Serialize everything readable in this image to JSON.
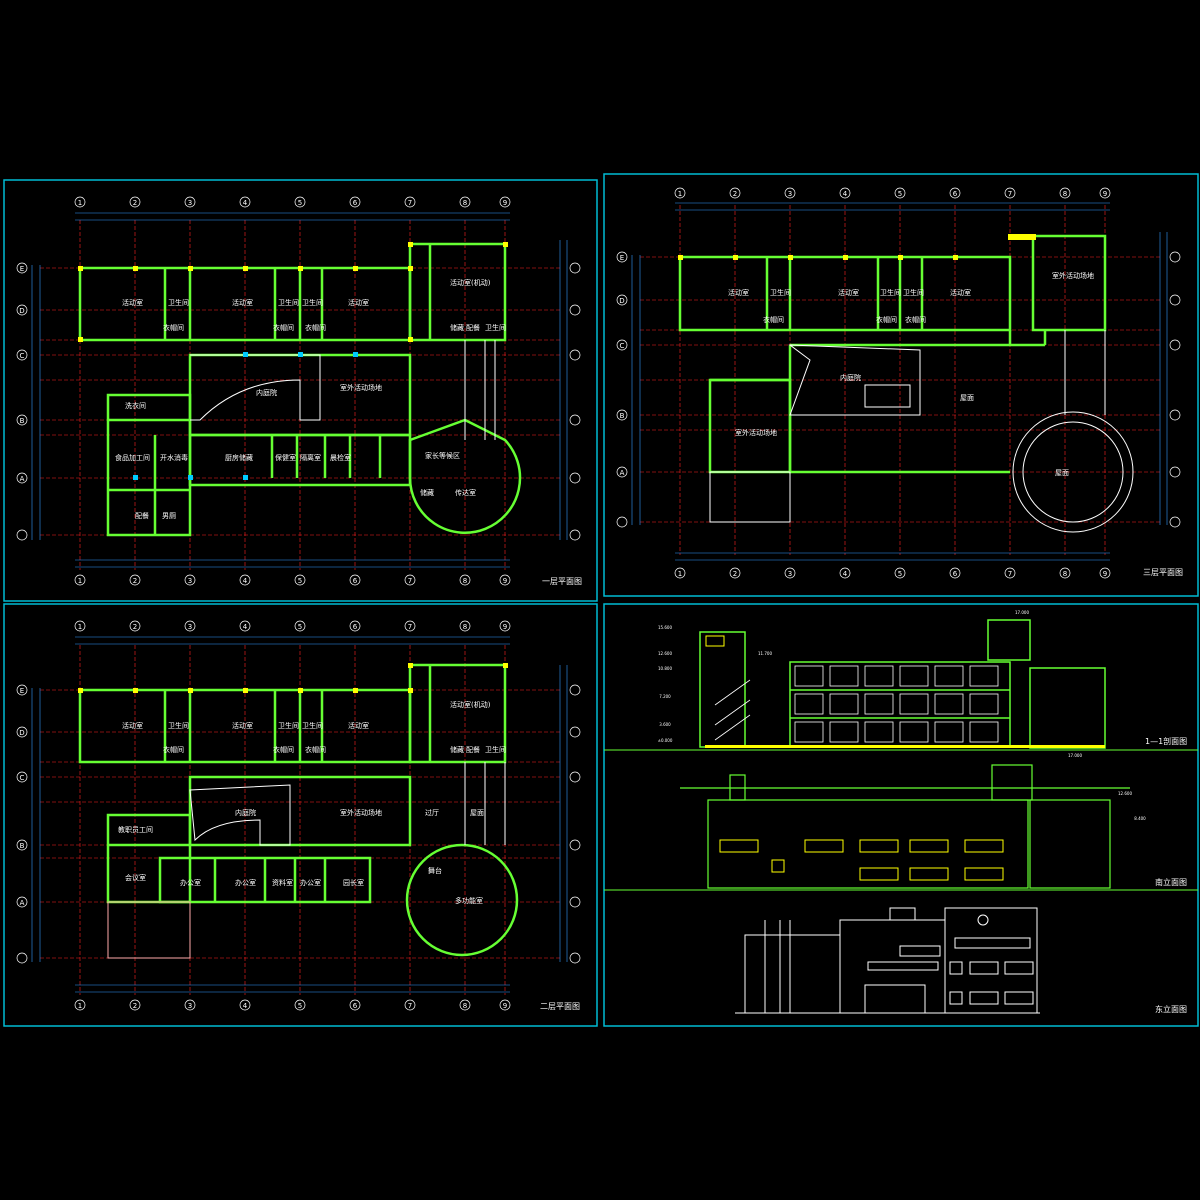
{
  "colors": {
    "background": "#000000",
    "frame": "#00bcd4",
    "wall": "#66ff33",
    "column": "#00ccff",
    "grid": "#ff2020",
    "dimension": "#3399ff",
    "highlight": "#ffff00",
    "outline": "#ffffff"
  },
  "panels": {
    "first_floor": {
      "title": "一层平面图",
      "axes_top": [
        "1",
        "2",
        "3",
        "4",
        "5",
        "6",
        "7",
        "8",
        "9"
      ],
      "axes_bottom": [
        "1",
        "2",
        "3",
        "4",
        "5",
        "6",
        "7",
        "8",
        "9"
      ],
      "axes_left": [
        "E",
        "D",
        "C",
        "B",
        "A"
      ],
      "rooms": [
        "活动室",
        "卫生间",
        "活动室",
        "卫生间",
        "卫生间",
        "活动室",
        "活动室(机动)",
        "储藏",
        "配餐",
        "卫生间",
        "衣帽间",
        "衣帽间",
        "衣帽间",
        "内庭院",
        "室外活动场地",
        "洗衣间",
        "食品加工间",
        "开水消毒",
        "厨房储藏",
        "保健室",
        "隔离室",
        "晨检室",
        "家长等候区",
        "传达室",
        "储藏",
        "配餐",
        "男厕"
      ]
    },
    "second_floor": {
      "title": "二层平面图",
      "axes_top": [
        "1",
        "2",
        "3",
        "4",
        "5",
        "6",
        "7",
        "8",
        "9"
      ],
      "axes_bottom": [
        "1",
        "2",
        "3",
        "4",
        "5",
        "6",
        "7",
        "8",
        "9"
      ],
      "axes_left": [
        "E",
        "D",
        "C",
        "B",
        "A"
      ],
      "rooms": [
        "活动室",
        "卫生间",
        "活动室",
        "卫生间",
        "卫生间",
        "活动室",
        "活动室(机动)",
        "储藏",
        "配餐",
        "卫生间",
        "衣帽间",
        "衣帽间",
        "衣帽间",
        "内庭院",
        "室外活动场地",
        "过厅",
        "屋面",
        "教职员工间",
        "会议室",
        "办公室",
        "办公室",
        "资料室",
        "办公室",
        "园长室",
        "舞台",
        "多功能室"
      ]
    },
    "third_floor": {
      "title": "三层平面图",
      "axes_top": [
        "1",
        "2",
        "3",
        "4",
        "5",
        "6",
        "7",
        "8",
        "9"
      ],
      "axes_bottom": [
        "1",
        "2",
        "3",
        "4",
        "5",
        "6",
        "7",
        "8",
        "9"
      ],
      "axes_left": [
        "E",
        "D",
        "C",
        "B",
        "A"
      ],
      "rooms": [
        "活动室",
        "卫生间",
        "活动室",
        "卫生间",
        "卫生间",
        "活动室",
        "室外活动场地",
        "衣帽间",
        "衣帽间",
        "衣帽间",
        "内庭院",
        "屋面",
        "室外活动场地",
        "屋面"
      ]
    },
    "section": {
      "title": "1—1剖面图",
      "levels": [
        "15.600",
        "12.600",
        "10.800",
        "7.200",
        "3.600",
        "±0.000",
        "11.700",
        "17.000"
      ]
    },
    "south_elevation": {
      "title": "南立面图",
      "levels": [
        "12.600",
        "8.400",
        "17.000"
      ]
    },
    "east_elevation": {
      "title": "东立面图"
    }
  }
}
